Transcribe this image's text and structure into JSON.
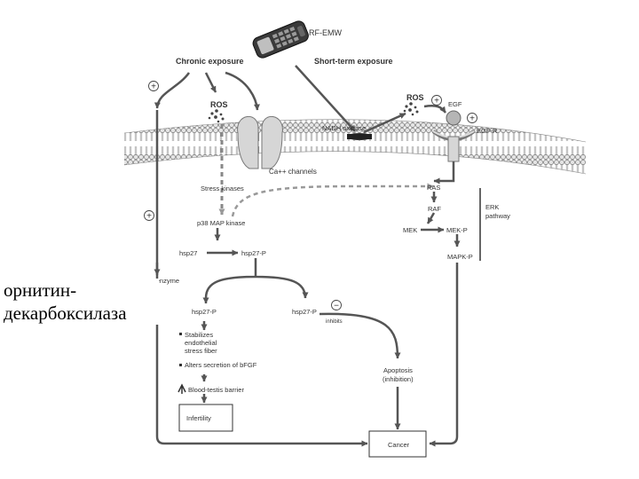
{
  "labels": {
    "rf_emw": "RF-EMW",
    "chronic": "Chronic exposure",
    "short_term": "Short-term exposure",
    "ros_left": "ROS",
    "ros_right": "ROS",
    "egf": "EGF",
    "egf_r": "EGF-R",
    "nadh": "NADH oxidase",
    "ca_channels": "Ca++ channels",
    "stress_kinases": "Stress kinases",
    "p38": "p38 MAP kinase",
    "hsp27": "hsp27",
    "hsp27p_top": "hsp27-P",
    "ras": "RAS",
    "raf": "RAF",
    "mek": "MEK",
    "mekp": "MEK-P",
    "mapkp": "MAPK-P",
    "erk_line1": "ERK",
    "erk_line2": "pathway",
    "odc": "ODC enzyme",
    "hsp27p_left": "hsp27-P",
    "hsp27p_right": "hsp27-P",
    "inhibits": "inhibits",
    "stab1": "Stabilizes",
    "stab2": "endothelial",
    "stab3": "stress fiber",
    "alters": "Alters secretion of bFGF",
    "btb": "Blood-testis barrier",
    "infertility": "Infertility",
    "apop1": "Apoptosis",
    "apop2": "(inhibition)",
    "cancer": "Cancer"
  },
  "signs": {
    "plus": "+",
    "minus": "−"
  },
  "side_caption": {
    "line1": "орнитин-",
    "line2": "декарбоксилаза"
  }
}
